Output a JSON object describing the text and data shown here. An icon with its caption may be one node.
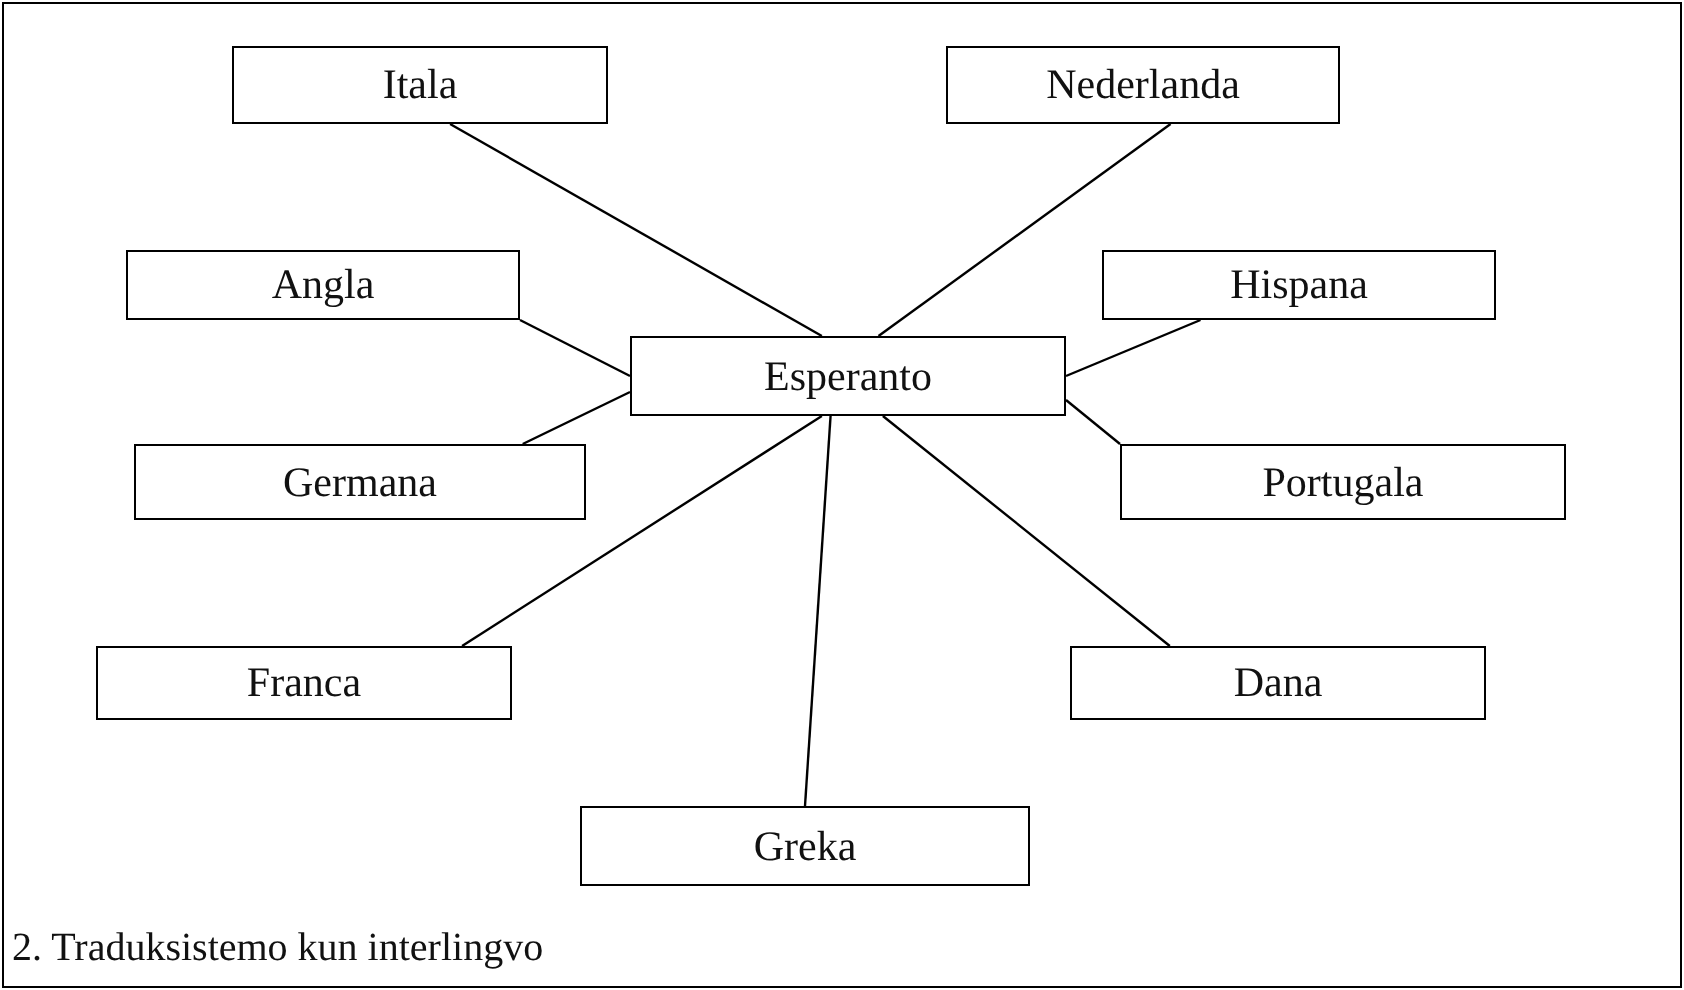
{
  "diagram": {
    "caption": "2. Traduksistemo kun interlingvo",
    "nodes": [
      {
        "text": [
          "Itala"
        ]
      },
      {
        "text": [
          "Nederlanda"
        ]
      },
      {
        "text": [
          "Angla"
        ]
      },
      {
        "text": [
          "Hispana"
        ]
      },
      {
        "text": [
          "Esperanto"
        ]
      },
      {
        "text": [
          "Germana"
        ]
      },
      {
        "text": [
          "Portugala"
        ]
      },
      {
        "text": [
          "Franca"
        ]
      },
      {
        "text": [
          "Dana"
        ]
      },
      {
        "text": [
          "Greka"
        ]
      }
    ],
    "edges": [
      {
        "from": 4,
        "to": 0,
        "arrow": "none"
      },
      {
        "from": 4,
        "to": 1,
        "arrow": "none"
      },
      {
        "from": 4,
        "to": 2,
        "arrow": "none"
      },
      {
        "from": 4,
        "to": 3,
        "arrow": "none"
      },
      {
        "from": 4,
        "to": 5,
        "arrow": "none"
      },
      {
        "from": 4,
        "to": 6,
        "arrow": "none"
      },
      {
        "from": 4,
        "to": 7,
        "arrow": "none"
      },
      {
        "from": 4,
        "to": 8,
        "arrow": "none"
      },
      {
        "from": 4,
        "to": 9,
        "arrow": "none"
      }
    ]
  }
}
